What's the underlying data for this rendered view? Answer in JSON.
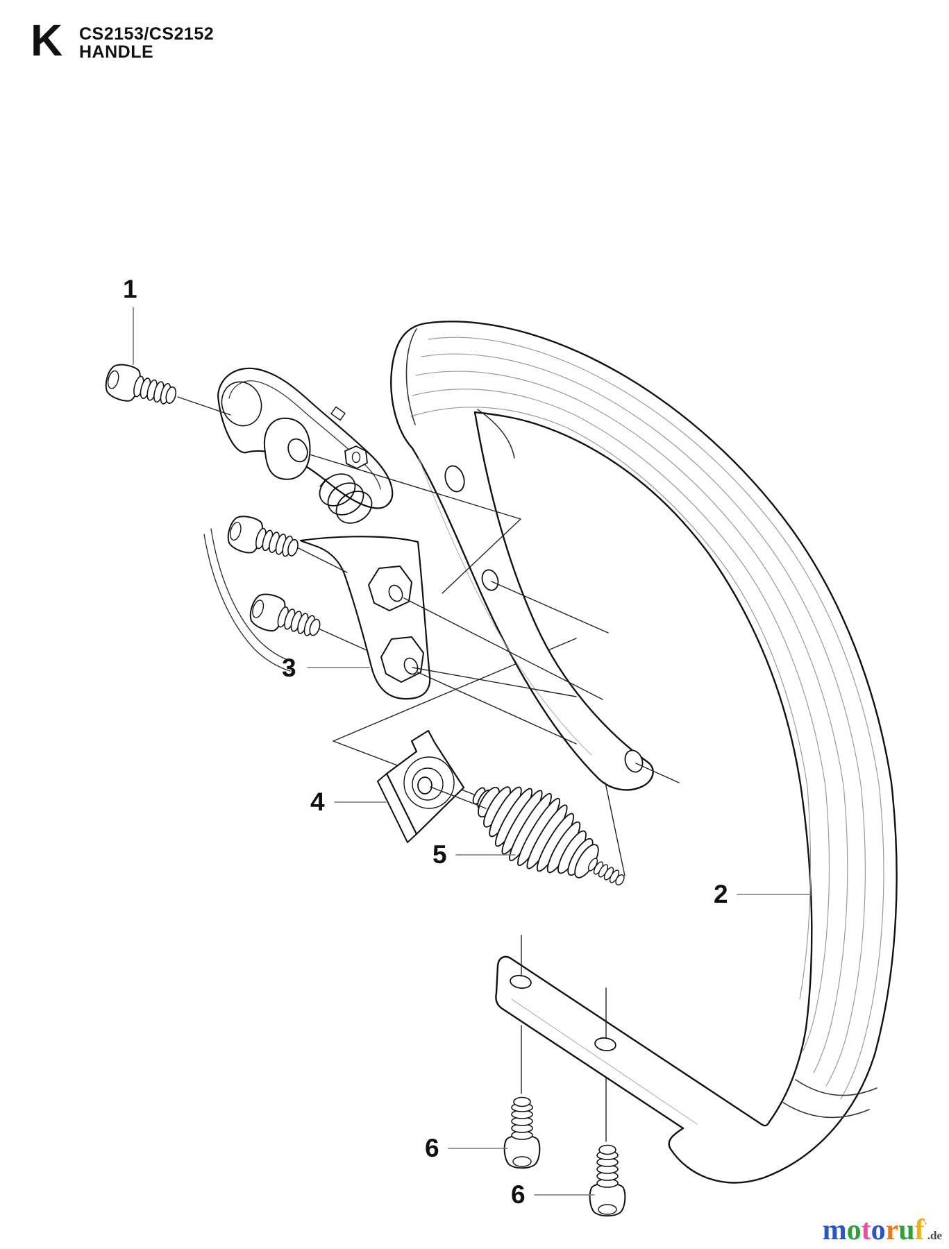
{
  "header": {
    "section_letter": "K",
    "model": "CS2153/CS2152",
    "title": "HANDLE"
  },
  "callouts": [
    {
      "label": "1"
    },
    {
      "label": "2"
    },
    {
      "label": "3"
    },
    {
      "label": "4"
    },
    {
      "label": "5"
    },
    {
      "label": "6"
    },
    {
      "label": "6"
    }
  ],
  "watermark": {
    "word": "motoruf",
    "letters": [
      {
        "char": "m",
        "color": "#2a56c6"
      },
      {
        "char": "o",
        "color": "#2fa13c"
      },
      {
        "char": "t",
        "color": "#e8509d"
      },
      {
        "char": "o",
        "color": "#2a56c6"
      },
      {
        "char": "r",
        "color": "#f07818"
      },
      {
        "char": "u",
        "color": "#2fa13c"
      },
      {
        "char": "f",
        "color": "#f0b018"
      }
    ],
    "tick": "'",
    "suffix": ".de",
    "suffix_color": "#4a4a4a"
  },
  "colors": {
    "line_art": "#111111",
    "leader_line": "#777777",
    "background": "#ffffff"
  }
}
